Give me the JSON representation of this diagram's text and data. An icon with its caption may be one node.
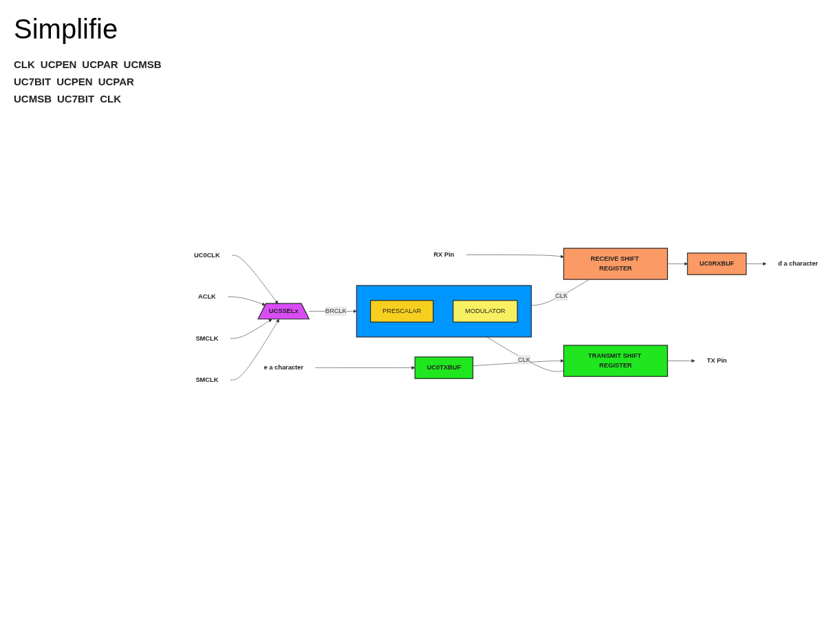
{
  "diagram": {
    "title": "Simplifie",
    "nodes": [
      {
        "text": [
          "d a character"
        ]
      },
      {
        "text": [
          "UC0RXBUF"
        ]
      },
      {
        "text": [
          "RECEIVE SHIFT REGISTER"
        ]
      },
      {
        "text": [
          "RX Pin"
        ]
      },
      {
        "text": [
          "UCSSELx"
        ]
      },
      {
        "text": [
          "UC0CLK"
        ]
      },
      {
        "text": [
          "ACLK"
        ]
      },
      {
        "text": [
          "SMCLK"
        ]
      },
      {
        "text": [
          "SMCLK"
        ]
      },
      {
        "text": [],
        "shape": "box"
      },
      {
        "text": [
          "PRESCALAR"
        ],
        "in": 9
      },
      {
        "text": [
          "MODULATOR"
        ],
        "in": 9
      },
      {
        "text": [
          "TRANSMIT SHIFT REGISTER"
        ]
      },
      {
        "text": [
          "TX Pin"
        ]
      },
      {
        "text": [
          "e a character"
        ]
      },
      {
        "text": [
          "UC0TXBUF"
        ]
      }
    ],
    "edges": [
      {
        "from": 1,
        "to": 0,
        "arrow": "to"
      },
      {
        "from": 2,
        "to": 1,
        "arrow": "to"
      },
      {
        "from": 3,
        "to": 2,
        "arrow": "to"
      },
      {
        "from": 5,
        "to": 4,
        "arrow": "to"
      },
      {
        "from": 6,
        "to": 4,
        "arrow": "to"
      },
      {
        "from": 7,
        "to": 4,
        "arrow": "to"
      },
      {
        "from": 8,
        "to": 4,
        "arrow": "to"
      },
      {
        "from": 4,
        "to": 9,
        "arrow": "to",
        "label": "BRCLK"
      },
      {
        "from": 9,
        "to": 2,
        "arrow": "none",
        "label": "CLK"
      },
      {
        "from": 9,
        "to": 12,
        "arrow": "none",
        "label": "CLK"
      },
      {
        "from": 12,
        "to": 13,
        "arrow": "to"
      },
      {
        "from": 15,
        "to": 12,
        "arrow": "to"
      },
      {
        "from": 14,
        "to": 15,
        "arrow": "to"
      }
    ],
    "labels": [
      "CLK",
      "UCPEN",
      "UCPAR",
      "UCMSB",
      "UC7BIT",
      "UCPEN",
      "UCPAR",
      "UCMSB",
      "UC7BIT",
      "CLK"
    ]
  }
}
